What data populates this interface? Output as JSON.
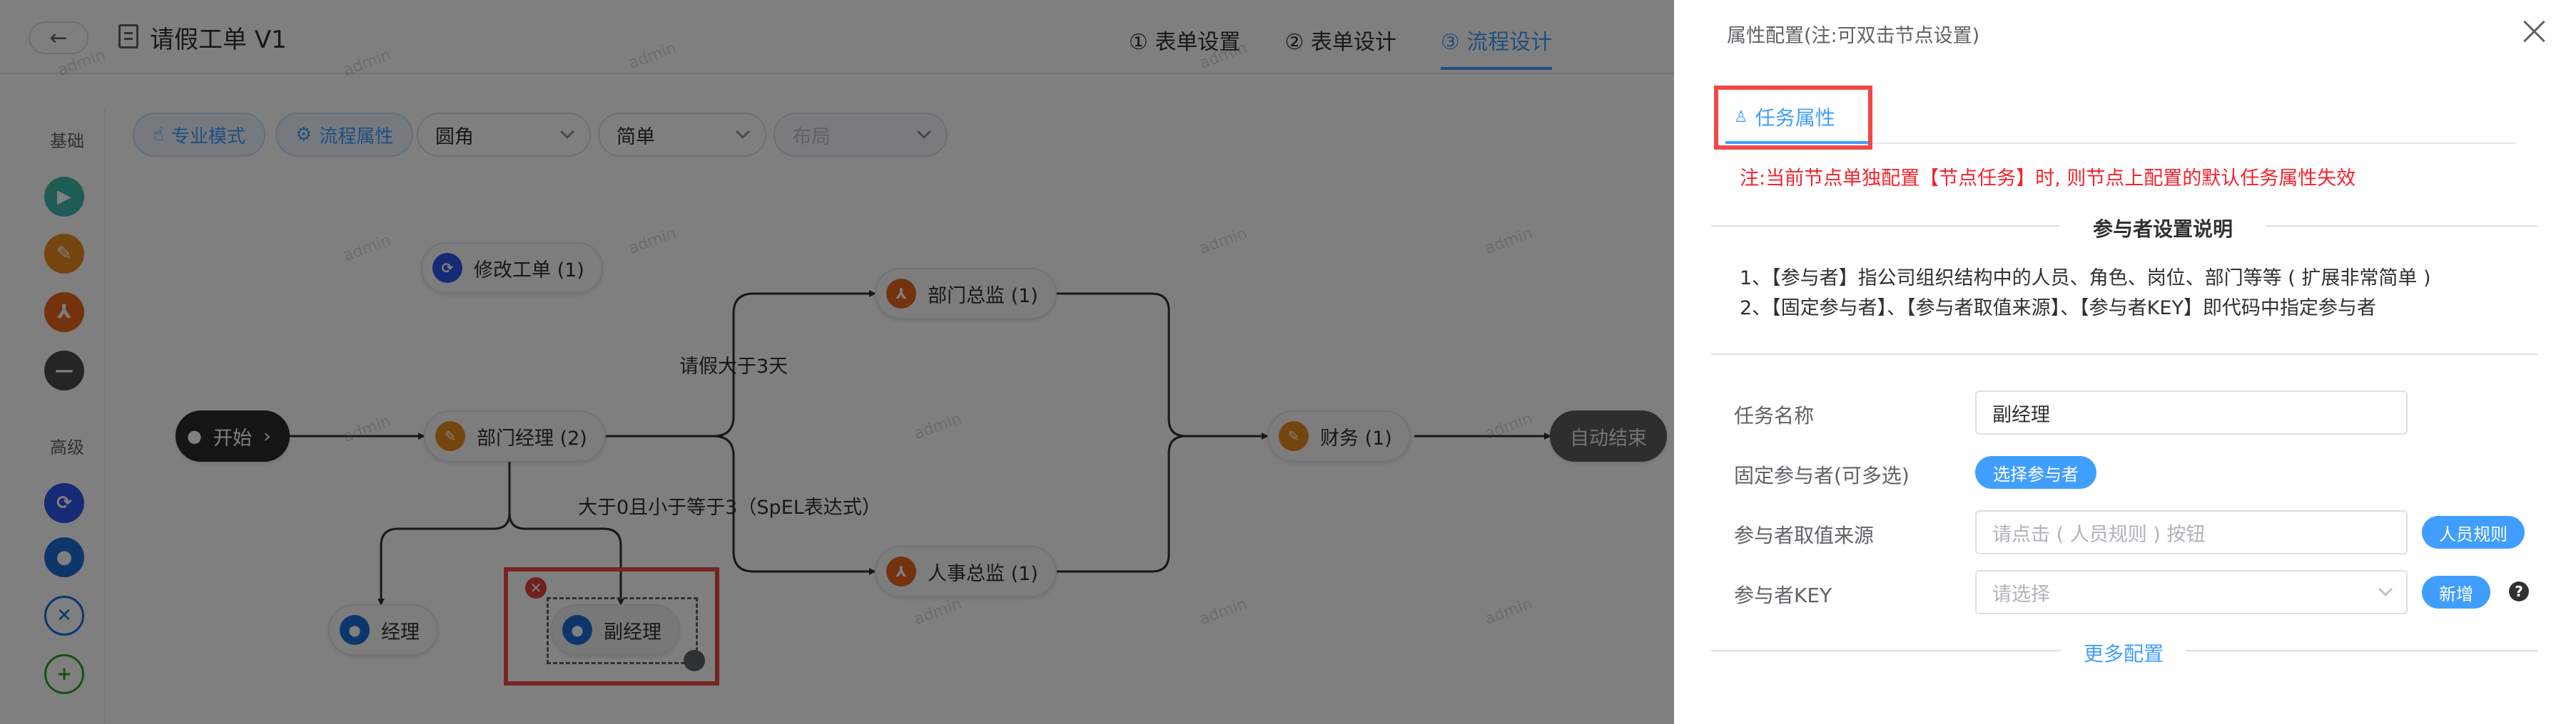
{
  "header": {
    "back_icon": "arrow-left-icon",
    "title": "请假工单 V1",
    "steps": [
      {
        "label": "① 表单设置",
        "active": false
      },
      {
        "label": "② 表单设计",
        "active": false
      },
      {
        "label": "③ 流程设计",
        "active": true
      }
    ],
    "active_color": "#409eff"
  },
  "palette": {
    "basic_label": "基础",
    "advanced_label": "高级",
    "basic_icons": [
      {
        "name": "play-icon",
        "color": "#3fb8a8"
      },
      {
        "name": "task-node-icon",
        "color": "#e88b1c"
      },
      {
        "name": "branch-icon",
        "color": "#e8641c"
      },
      {
        "name": "minus-icon",
        "color": "#4a4a4a"
      }
    ],
    "advanced_icons": [
      {
        "name": "sync-icon",
        "color": "#2f54eb"
      },
      {
        "name": "user-node-icon",
        "color": "#1a6fd6"
      },
      {
        "name": "close-circle-icon",
        "color": "#1a6fd6"
      },
      {
        "name": "plus-circle-icon",
        "color": "#2aa52a"
      }
    ]
  },
  "toolbar": {
    "pro_mode_label": "专业模式",
    "flow_props_label": "流程属性",
    "corner_select": "圆角",
    "style_select": "简单",
    "layout_select": "布局"
  },
  "flow": {
    "nodes": {
      "start": "开始",
      "modify": "修改工单 (1)",
      "dept_manager": "部门经理 (2)",
      "dept_director": "部门总监 (1)",
      "hr_director": "人事总监 (1)",
      "finance": "财务 (1)",
      "end": "自动结束",
      "manager": "经理",
      "deputy": "副经理"
    },
    "edge_labels": {
      "over3": "请假大于3天",
      "between": "大于0且小于等于3（SpEL表达式）"
    },
    "watermark": "admin"
  },
  "drawer": {
    "title": "属性配置(注:可双击节点设置)",
    "tab_label": "任务属性",
    "warning": "注:当前节点单独配置【节点任务】时, 则节点上配置的默认任务属性失效",
    "divider_title": "参与者设置说明",
    "notes": [
      "1、【参与者】指公司组织结构中的人员、角色、岗位、部门等等 ( 扩展非常简单 )",
      "2、【固定参与者】、【参与者取值来源】、【参与者KEY】即代码中指定参与者"
    ],
    "form": {
      "task_name_label": "任务名称",
      "task_name_value": "副经理",
      "fixed_label": "固定参与者(可多选)",
      "select_btn": "选择参与者",
      "source_label": "参与者取值来源",
      "source_placeholder": "请点击 ( 人员规则 ) 按钮",
      "rules_btn": "人员规则",
      "key_label": "参与者KEY",
      "key_placeholder": "请选择",
      "add_btn": "新增",
      "help": "?"
    },
    "more_link": "更多配置",
    "warning_color": "#f5222d",
    "highlight_color": "#f04848"
  }
}
